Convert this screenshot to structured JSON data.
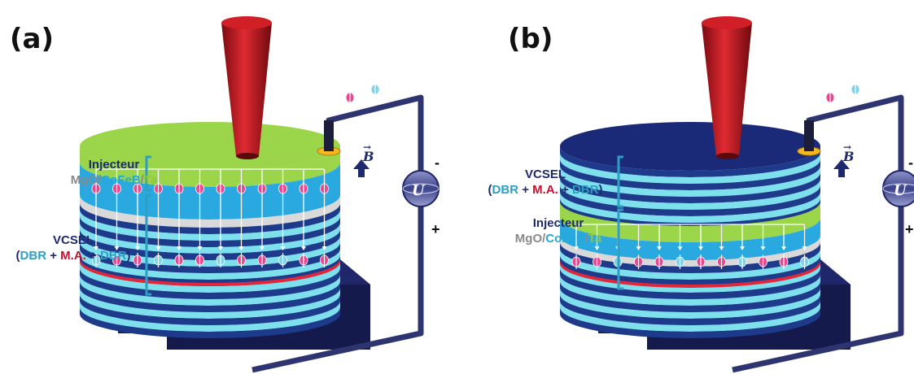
{
  "panels": [
    {
      "label": "(a)",
      "injecteur": {
        "title": "Injecteur",
        "mgo": "MgO",
        "sep1": "/",
        "cofeb": "CoFeB",
        "sep2": "/",
        "ta": "Ta"
      },
      "vcsel": {
        "title": "VCSEL",
        "open": "(",
        "dbr1": "DBR",
        "plus1": " + ",
        "ma": "M.A.",
        "plus2": " + ",
        "dbr2": "DBR",
        "close": ")"
      },
      "minus": "-",
      "plus": "+",
      "voltage": "U",
      "field": "B"
    },
    {
      "label": "(b)",
      "injecteur": {
        "title": "Injecteur",
        "mgo": "MgO",
        "sep1": "/",
        "cofeb": "CoFeB",
        "sep2": "/",
        "ta": "Ta"
      },
      "vcsel": {
        "title": "VCSEL",
        "open": "(",
        "dbr1": "DBR",
        "plus1": " + ",
        "ma": "M.A.",
        "plus2": " + ",
        "dbr2": "DBR",
        "close": ")"
      },
      "minus": "-",
      "plus": "+",
      "voltage": "U",
      "field": "B"
    }
  ],
  "colors": {
    "background": "#ffffff",
    "laser_cone": "#b3121a",
    "mirror_top_green": "#9bd64a",
    "mirror_top_navy": "#1b2a78",
    "dbr_light": "#7ee0ec",
    "dbr_dark": "#1e3a8a",
    "cofeb_band": "#29a9e0",
    "oxide_band": "#d9d9d9",
    "active_region": "#e0283a",
    "substrate": "#1a1f55",
    "wire": "#2e3470",
    "spin_up": "#e8468f",
    "spin_down": "#7fd3e6",
    "contact": "#f5b820"
  }
}
